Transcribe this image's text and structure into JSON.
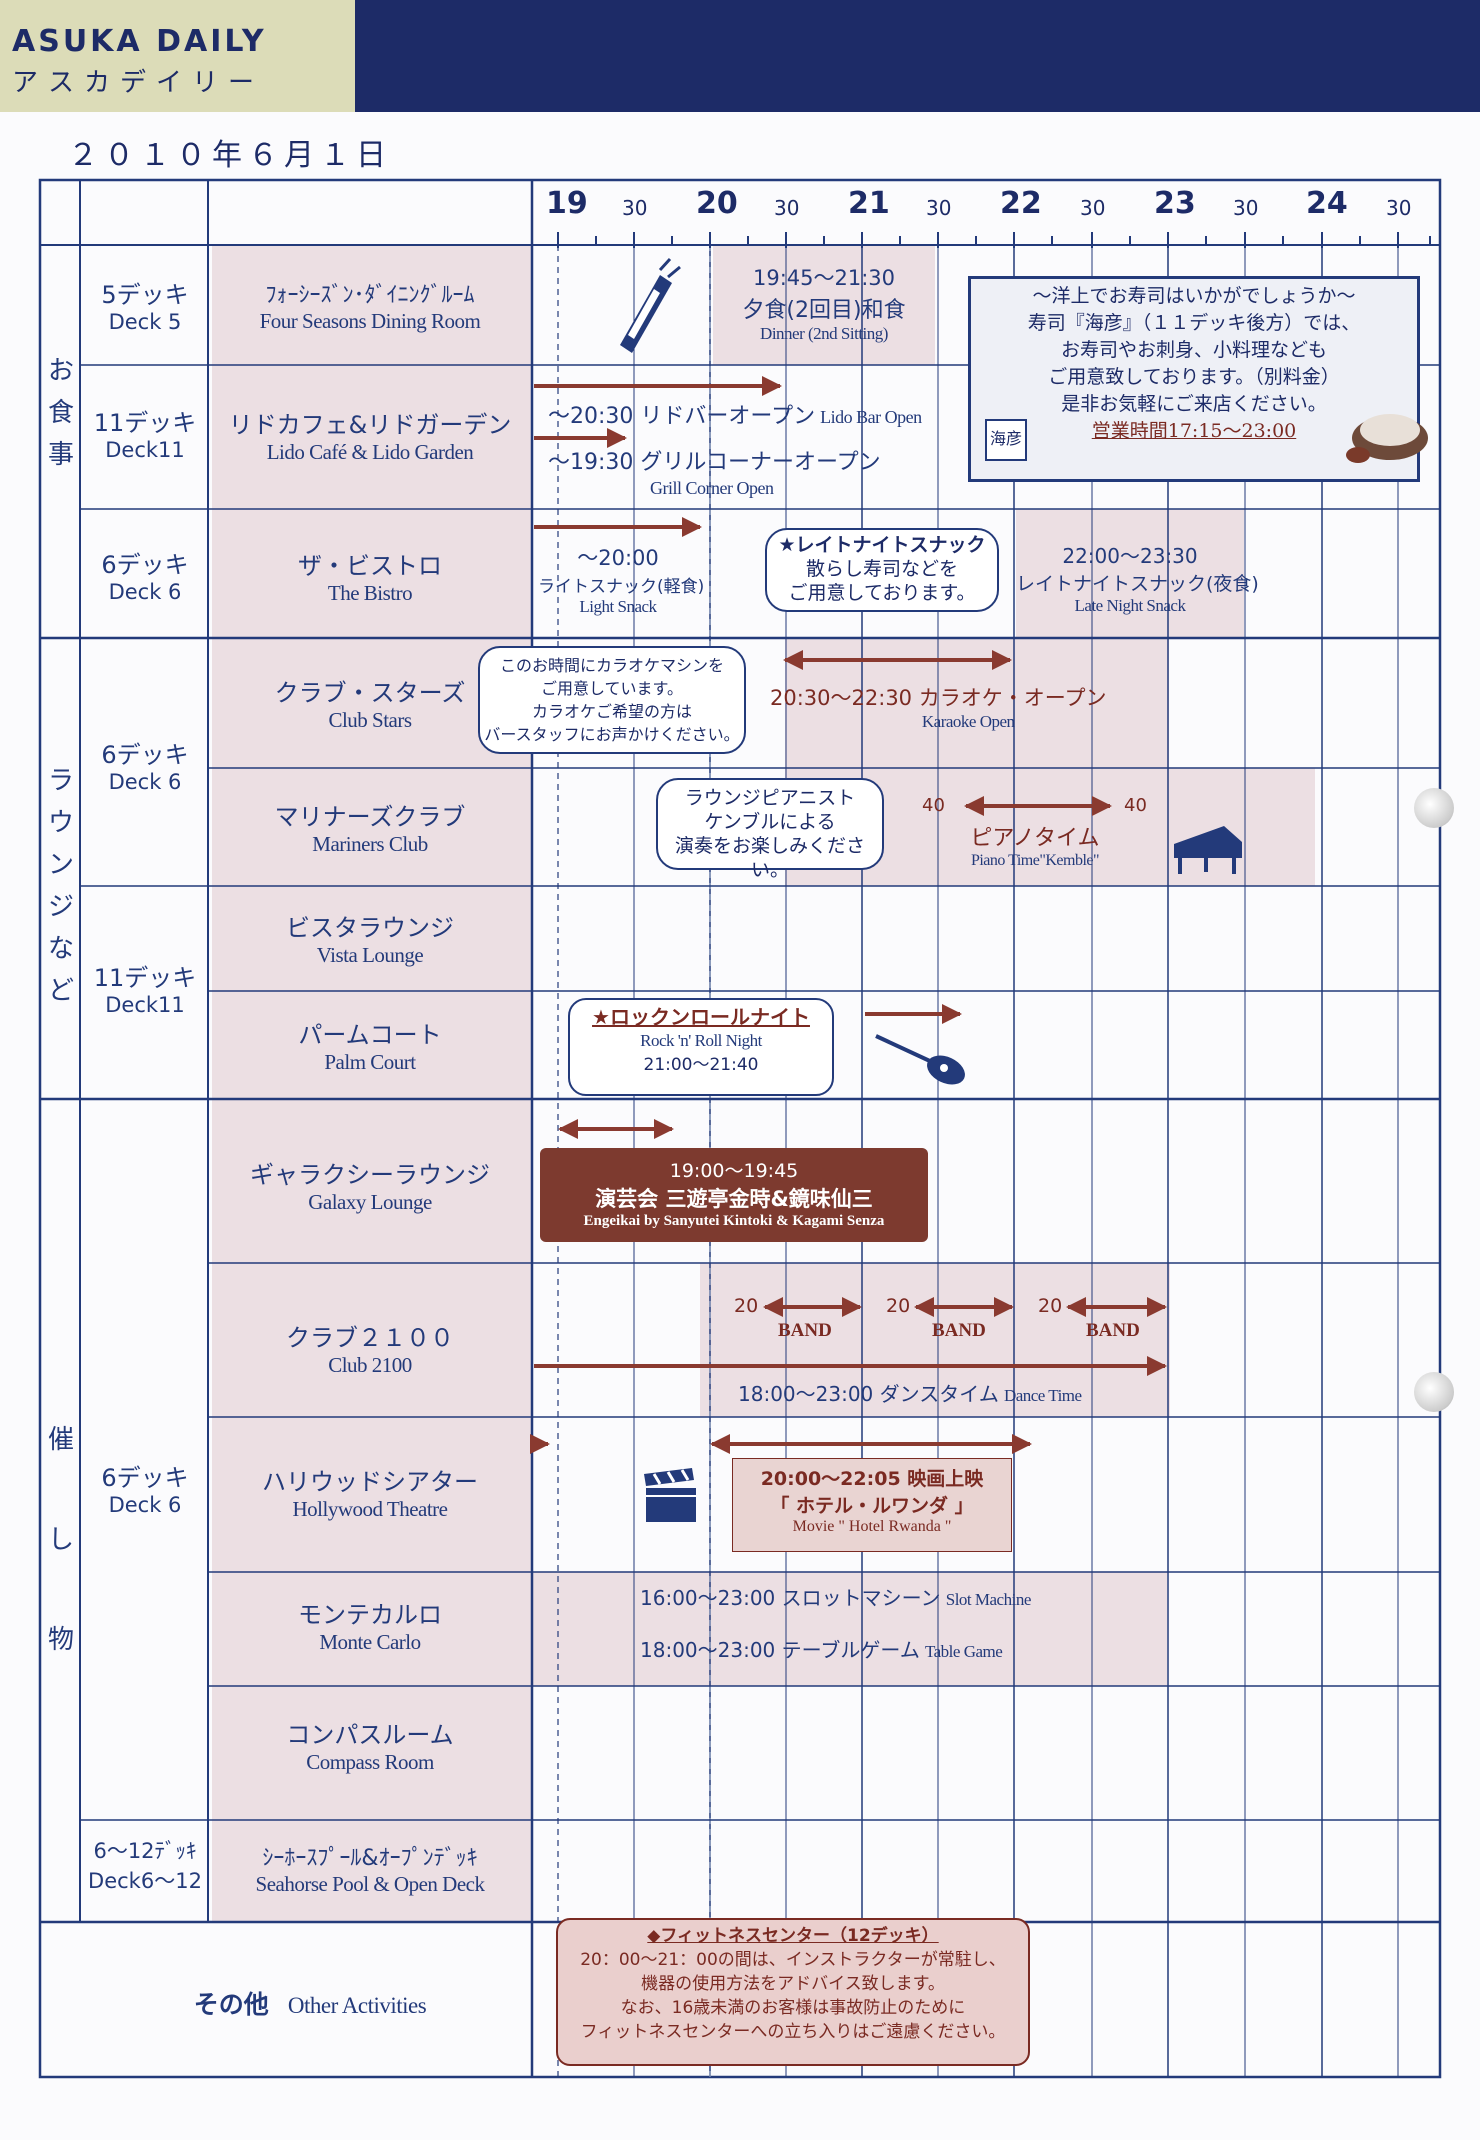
{
  "header": {
    "brand": "ASUKA DAILY",
    "brand_kana": "アスカデイリー",
    "date": "２０１０年６月１日"
  },
  "timeline": {
    "hours": [
      "19",
      "20",
      "21",
      "22",
      "23",
      "24"
    ],
    "half": "30"
  },
  "sections": {
    "dining": "お食事",
    "lounge": "ラウンジなど",
    "events": "催し物"
  },
  "decks": {
    "d5": {
      "jp": "5デッキ",
      "en": "Deck 5"
    },
    "d11a": {
      "jp": "11デッキ",
      "en": "Deck11"
    },
    "d6a": {
      "jp": "6デッキ",
      "en": "Deck 6"
    },
    "d6b": {
      "jp": "6デッキ",
      "en": "Deck 6"
    },
    "d11b": {
      "jp": "11デッキ",
      "en": "Deck11"
    },
    "d6c": {
      "jp": "6デッキ",
      "en": "Deck 6"
    },
    "d612": {
      "jp": "6〜12ﾃﾞｯｷ",
      "en": "Deck6〜12"
    }
  },
  "venues": {
    "four_seasons": {
      "jp": "ﾌｫｰｼｰｽﾞﾝ･ﾀﾞｲﾆﾝｸﾞﾙｰﾑ",
      "en": "Four Seasons Dining Room"
    },
    "lido": {
      "jp": "リドカフェ&リドガーデン",
      "en": "Lido Café & Lido Garden"
    },
    "bistro": {
      "jp": "ザ・ビストロ",
      "en": "The Bistro"
    },
    "club_stars": {
      "jp": "クラブ・スターズ",
      "en": "Club Stars"
    },
    "mariners": {
      "jp": "マリナーズクラブ",
      "en": "Mariners Club"
    },
    "vista": {
      "jp": "ビスタラウンジ",
      "en": "Vista Lounge"
    },
    "palm": {
      "jp": "パームコート",
      "en": "Palm Court"
    },
    "galaxy": {
      "jp": "ギャラクシーラウンジ",
      "en": "Galaxy Lounge"
    },
    "club2100": {
      "jp": "クラブ２１００",
      "en": "Club 2100"
    },
    "hollywood": {
      "jp": "ハリウッドシアター",
      "en": "Hollywood Theatre"
    },
    "monte": {
      "jp": "モンテカルロ",
      "en": "Monte Carlo"
    },
    "compass": {
      "jp": "コンパスルーム",
      "en": "Compass Room"
    },
    "seahorse": {
      "jp": "ｼｰﾎｰｽﾌﾟｰﾙ&ｵｰﾌﾟﾝﾃﾞｯｷ",
      "en": "Seahorse Pool & Open Deck"
    },
    "other": {
      "jp": "その他",
      "en": "Other Activities"
    }
  },
  "events": {
    "dinner_time": "19:45〜21:30",
    "dinner_jp": "夕食(2回目)和食",
    "dinner_en": "Dinner (2nd Sitting)",
    "sushi_lines": [
      "〜洋上でお寿司はいかがでしょうか〜",
      "寿司『海彦』（１１デッキ後方）では、",
      "お寿司やお刺身、小料理なども",
      "ご用意致しております。（別料金）",
      "是非お気軽にご来店ください。",
      "営業時間17:15〜23:00"
    ],
    "sushi_logo": "海彦",
    "lido_bar": "〜20:30 リドバーオープン",
    "lido_bar_en": "Lido Bar Open",
    "grill": "〜19:30 グリルコーナーオープン",
    "grill_en": "Grill Corner Open",
    "light_time": "〜20:00",
    "light_jp": "ライトスナック(軽食)",
    "light_en": "Light Snack",
    "late_bubble": [
      "★レイトナイトスナック",
      "散らし寿司などを",
      "ご用意しております。"
    ],
    "late_time": "22:00〜23:30",
    "late_jp": "レイトナイトスナック(夜食)",
    "late_en": "Late Night Snack",
    "karaoke_bubble": [
      "このお時間にカラオケマシンを",
      "ご用意しています。",
      "カラオケご希望の方は",
      "バースタッフにお声かけください。"
    ],
    "karaoke": "20:30〜22:30 カラオケ・オープン",
    "karaoke_en": "Karaoke Open",
    "piano_bubble": [
      "ラウンジピアニスト",
      "ケンブルによる",
      "演奏をお楽しみください。"
    ],
    "piano_start": "40",
    "piano_end": "40",
    "piano_jp": "ピアノタイム",
    "piano_en": "Piano Time\"Kemble\"",
    "rock_title": "★ロックンロールナイト",
    "rock_en": "Rock 'n' Roll Night",
    "rock_time": "21:00〜21:40",
    "engeikai_time": "19:00〜19:45",
    "engeikai_jp": "演芸会 三遊亭金時&鏡味仙三",
    "engeikai_en": "Engeikai by Sanyutei Kintoki & Kagami Senza",
    "band_start": "20",
    "band_label": "BAND",
    "dance": "18:00〜23:00 ダンスタイム",
    "dance_en": "Dance Time",
    "movie_time": "20:00〜22:05 映画上映",
    "movie_jp": "「 ホテル・ルワンダ 」",
    "movie_en": "Movie \" Hotel Rwanda \"",
    "slot": "16:00〜23:00 スロットマシーン",
    "slot_en": "Slot Machine",
    "table": "18:00〜23:00 テーブルゲーム",
    "table_en": "Table Game",
    "fitness_lines": [
      "◆フィットネスセンター（12デッキ）",
      "20：00〜21：00の間は、インストラクターが常駐し、",
      "機器の使用方法をアドバイス致します。",
      "なお、16歳未満のお客様は事故防止のために",
      "フィットネスセンターへの立ち入りはご遠慮ください。"
    ]
  },
  "colors": {
    "navy": "#1d2b67",
    "line": "#233a7a",
    "brown": "#7d3a2f",
    "arrow": "#8a3a30",
    "shade": "#ecdfe3",
    "khaki": "#dcdcb8"
  }
}
